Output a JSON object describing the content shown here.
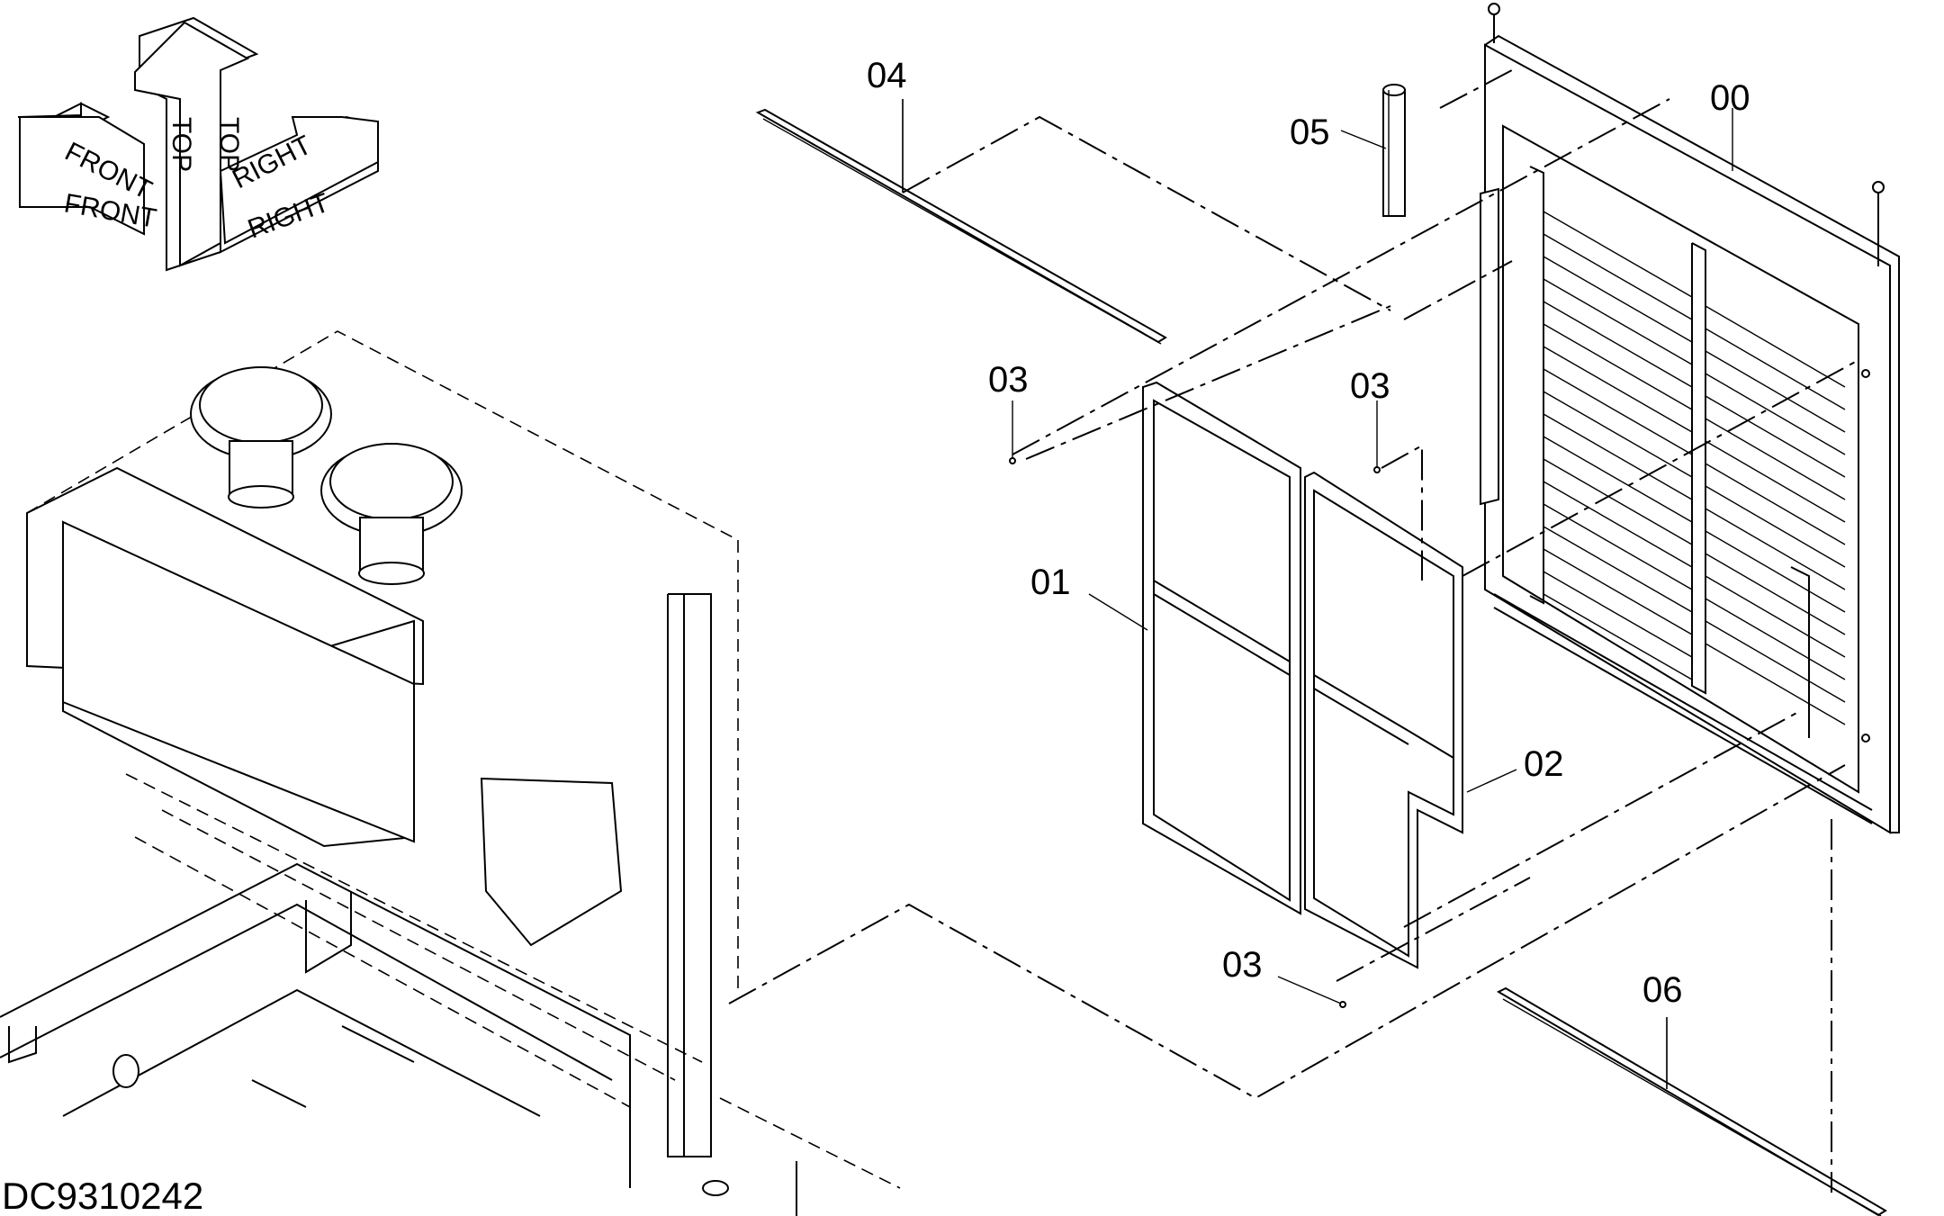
{
  "orientation": {
    "front_1": "FRONT",
    "front_2": "FRONT",
    "top_1": "TOP",
    "top_2": "TOP",
    "right_1": "RIGHT",
    "right_2": "RIGHT"
  },
  "callouts": {
    "c00": "00",
    "c01": "01",
    "c02": "02",
    "c03a": "03",
    "c03b": "03",
    "c03c": "03",
    "c04": "04",
    "c05": "05",
    "c06": "06"
  },
  "drawing_ref": "DC9310242"
}
